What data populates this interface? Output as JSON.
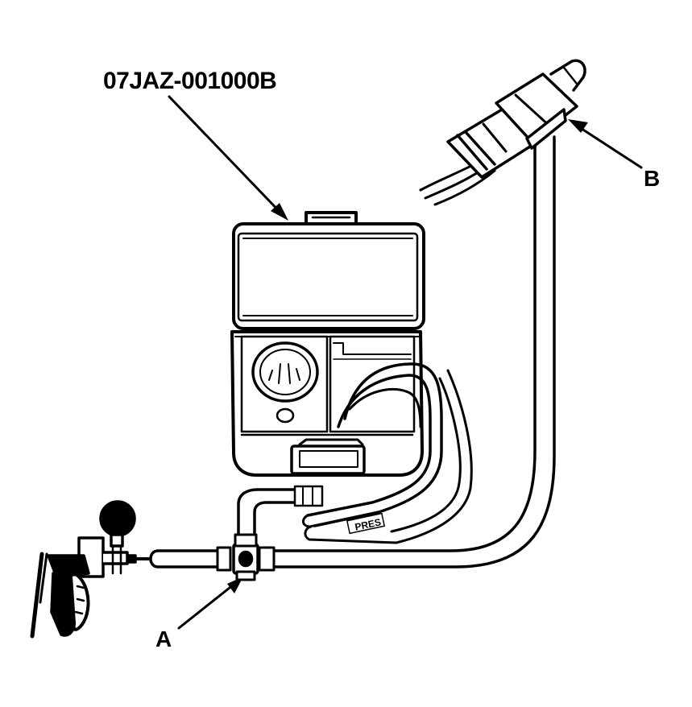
{
  "diagram": {
    "part_number": "07JAZ-001000B",
    "callouts": {
      "a": "A",
      "b": "B"
    },
    "hose_marking": "PRES"
  }
}
